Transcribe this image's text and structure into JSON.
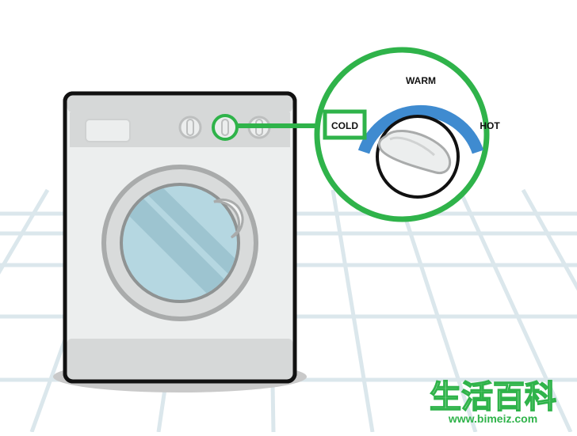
{
  "dial_labels": {
    "cold": "COLD",
    "warm": "WARM",
    "hot": "HOT"
  },
  "watermark": {
    "chinese": "生活百科",
    "url": "www.bimeiz.com"
  },
  "colors": {
    "accent_green": "#2fb34a",
    "dial_blue": "#3f8bd0",
    "floor_lines": "#dbe7ec",
    "machine_body": "#eceeee",
    "machine_outline": "#111111",
    "glass": "#b5d7e1"
  },
  "icons": [
    "washing-machine",
    "temperature-dial",
    "control-knob"
  ]
}
